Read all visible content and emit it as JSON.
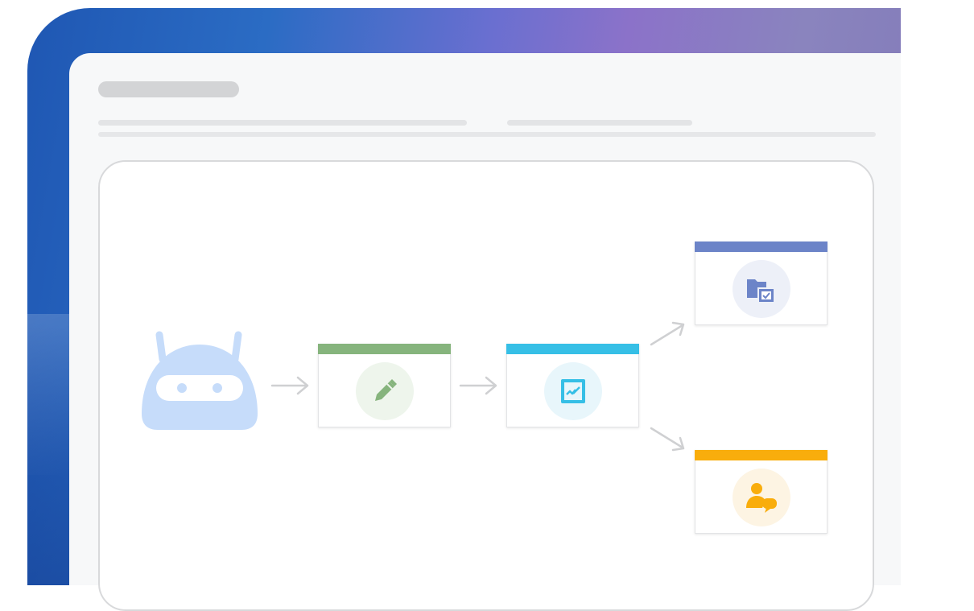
{
  "colors": {
    "frame_gradient": [
      "#1f57b3",
      "#6a6fd0",
      "#8179b8"
    ],
    "robot": "#c6dcfa",
    "arrow": "#cfd0d2",
    "edit_accent": "#86b47d",
    "chart_accent": "#36bfe6",
    "file_accent": "#6c84c8",
    "user_accent": "#f9ad0c"
  },
  "diagram": {
    "start": {
      "icon": "robot-icon"
    },
    "steps": [
      {
        "id": "edit",
        "icon": "pencil-icon"
      },
      {
        "id": "chart",
        "icon": "chart-check-icon"
      }
    ],
    "branches": [
      {
        "id": "file",
        "icon": "folder-check-icon"
      },
      {
        "id": "user",
        "icon": "user-chat-icon"
      }
    ]
  }
}
